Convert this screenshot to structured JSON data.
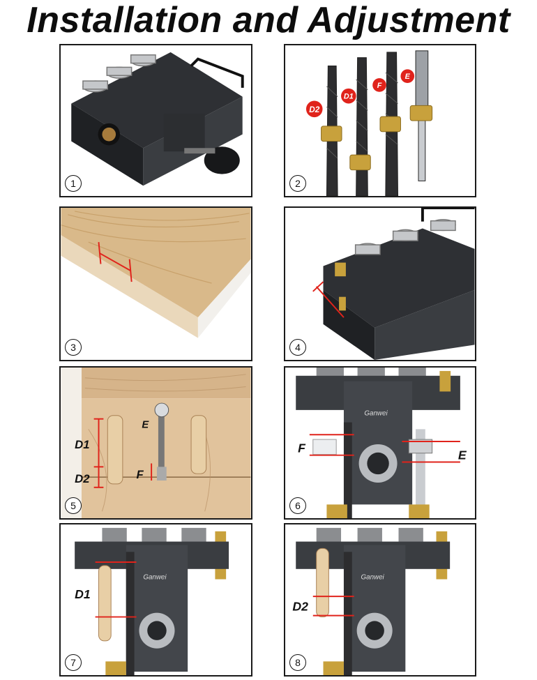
{
  "title": "Installation and Adjustment",
  "steps": [
    "1",
    "2",
    "3",
    "4",
    "5",
    "6",
    "7",
    "8"
  ],
  "step2_labels": {
    "d2": "D2",
    "d1": "D1",
    "f": "F",
    "e": "E"
  },
  "step5_labels": {
    "d1": "D1",
    "d2": "D2",
    "f": "F",
    "e": "E"
  },
  "step6_labels": {
    "f": "F",
    "e": "E"
  },
  "step7_labels": {
    "d1": "D1"
  },
  "step8_labels": {
    "d2": "D2"
  },
  "brand_text": "Ganwei",
  "colors": {
    "jig": "#3a3d41",
    "jig_dark": "#26282b",
    "brass": "#c8a13c",
    "marker_red": "#e0231b",
    "wood": "#d9b98a",
    "steel": "#b9bcc0"
  }
}
